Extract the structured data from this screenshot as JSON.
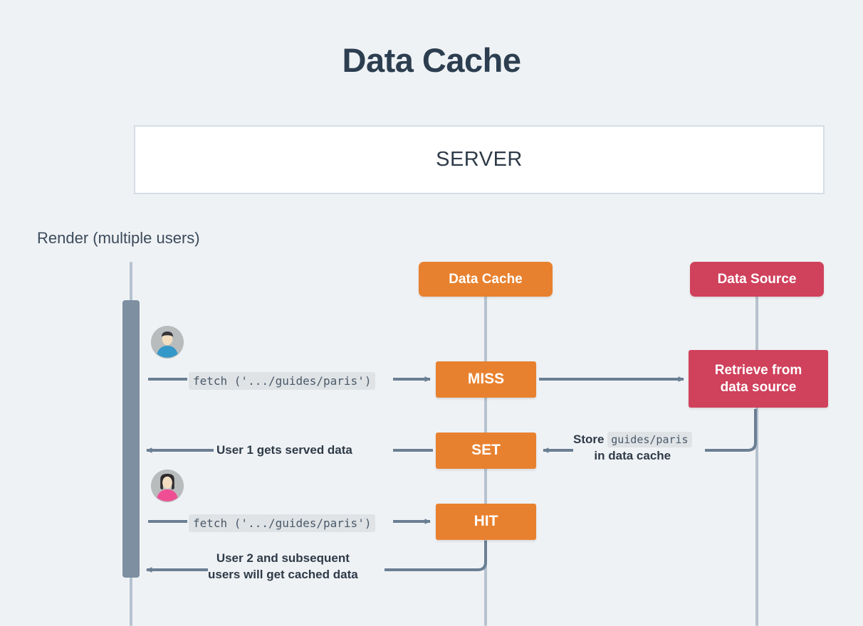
{
  "page": {
    "title": "Data Cache",
    "background_color": "#eff2f5"
  },
  "server_panel": {
    "label": "SERVER"
  },
  "section": {
    "label": "Render (multiple users)"
  },
  "colors": {
    "cache_orange": "#e8812f",
    "source_red": "#d0415c",
    "lifeline_gray": "#b6c2ce",
    "activation_gray": "#7d8fa1",
    "arrow_gray": "#6b7f93",
    "text_dark": "#2e3a47",
    "code_chip_bg": "#dfe3e6"
  },
  "lanes": [
    {
      "name": "user",
      "label": "Render (multiple users)"
    },
    {
      "name": "data-cache",
      "label": "Data Cache",
      "color": "#e8812f"
    },
    {
      "name": "data-source",
      "label": "Data Source",
      "color": "#d0415c"
    }
  ],
  "nodes": {
    "cache_header": "Data Cache",
    "source_header": "Data Source",
    "miss": "MISS",
    "set": "SET",
    "hit": "HIT",
    "retrieve_line1": "Retrieve from",
    "retrieve_line2": "data source"
  },
  "messages": {
    "fetch_1": "fetch ('.../guides/paris')",
    "fetch_2": "fetch ('.../guides/paris')",
    "user1_served": "User 1 gets served data",
    "store_prefix": "Store",
    "store_code": "guides/paris",
    "store_suffix": "in data cache",
    "user2_line1": "User 2 and subsequent",
    "user2_line2": "users will get cached data"
  },
  "avatars": [
    {
      "name": "user-1",
      "shirt": "#3498c8",
      "hair": "#35353a",
      "skin": "#f2ddc0",
      "bg": "#b9bcbd"
    },
    {
      "name": "user-2",
      "shirt": "#ef4e93",
      "hair": "#2e2b2e",
      "skin": "#f2ddc0",
      "bg": "#b9bcbd"
    }
  ]
}
